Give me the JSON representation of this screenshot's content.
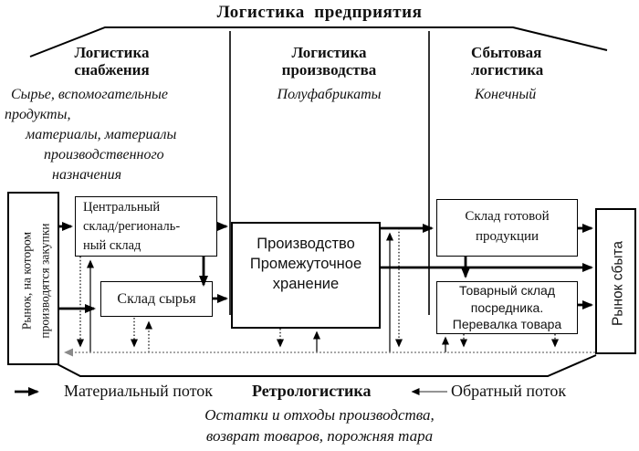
{
  "title": "Логистика  предприятия",
  "columns": [
    {
      "heading": [
        "Логистика",
        "снабжения"
      ],
      "subtitle": [
        "Сырье, вспомогательные",
        "продукты,",
        "материалы, материалы",
        "производственного",
        "назначения"
      ]
    },
    {
      "heading": [
        "Логистика",
        "производства"
      ],
      "subtitle": [
        "Полуфабрикаты"
      ]
    },
    {
      "heading": [
        "Сбытовая",
        "логистика"
      ],
      "subtitle": [
        "Конечный"
      ]
    }
  ],
  "nodes": {
    "purchase_market": [
      "Рынок, на котором",
      "производятся закупки"
    ],
    "central_warehouse": [
      "Центральный",
      "склад/региональ-",
      "ный склад"
    ],
    "raw_warehouse": [
      "Склад сырья"
    ],
    "production": [
      "Производство",
      "Промежуточное",
      "хранение"
    ],
    "finished_warehouse": [
      "Склад готовой",
      "продукции"
    ],
    "middleman_warehouse": [
      "Товарный склад",
      "посредника.",
      "Перевалка товара"
    ],
    "sales_market": [
      "Рынок сбыта"
    ]
  },
  "legend": {
    "material_flow": "Материальный поток",
    "retrologistics": "Ретрологистика",
    "reverse_flow": "Обратный поток",
    "note_lines": [
      "Остатки и отходы производства,",
      "возврат товаров, порожняя тара"
    ]
  },
  "colors": {
    "line": "#000000",
    "collector_line": "#8a8a8a",
    "background": "#ffffff"
  }
}
